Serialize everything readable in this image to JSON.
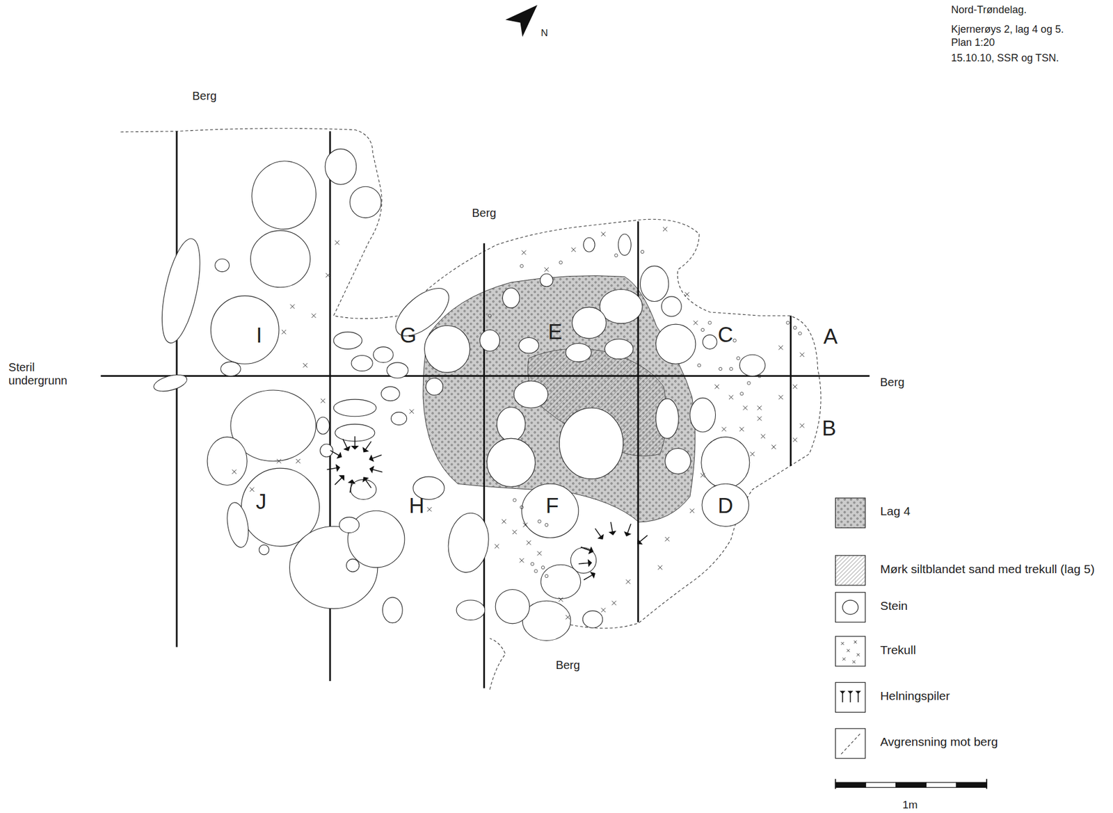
{
  "diagram": {
    "labels": [
      "Nord-Trøndelag.",
      "Kjernerøys 2, lag 4 og 5.",
      "Plan 1:20",
      "15.10.10, SSR og TSN.",
      "N",
      "Berg",
      "Berg",
      "Berg",
      "Berg",
      "Steril undergrunn",
      "A",
      "B",
      "C",
      "D",
      "E",
      "F",
      "G",
      "H",
      "I",
      "J",
      "1m"
    ],
    "legend": [
      {
        "text": "Lag 4",
        "color": "#cccccc"
      },
      {
        "text": "Mørk siltblandet sand med trekull (lag 5)"
      },
      {
        "text": "Stein"
      },
      {
        "text": "Trekull"
      },
      {
        "text": "Helningspiler"
      },
      {
        "text": "Avgrensning mot berg"
      }
    ]
  }
}
